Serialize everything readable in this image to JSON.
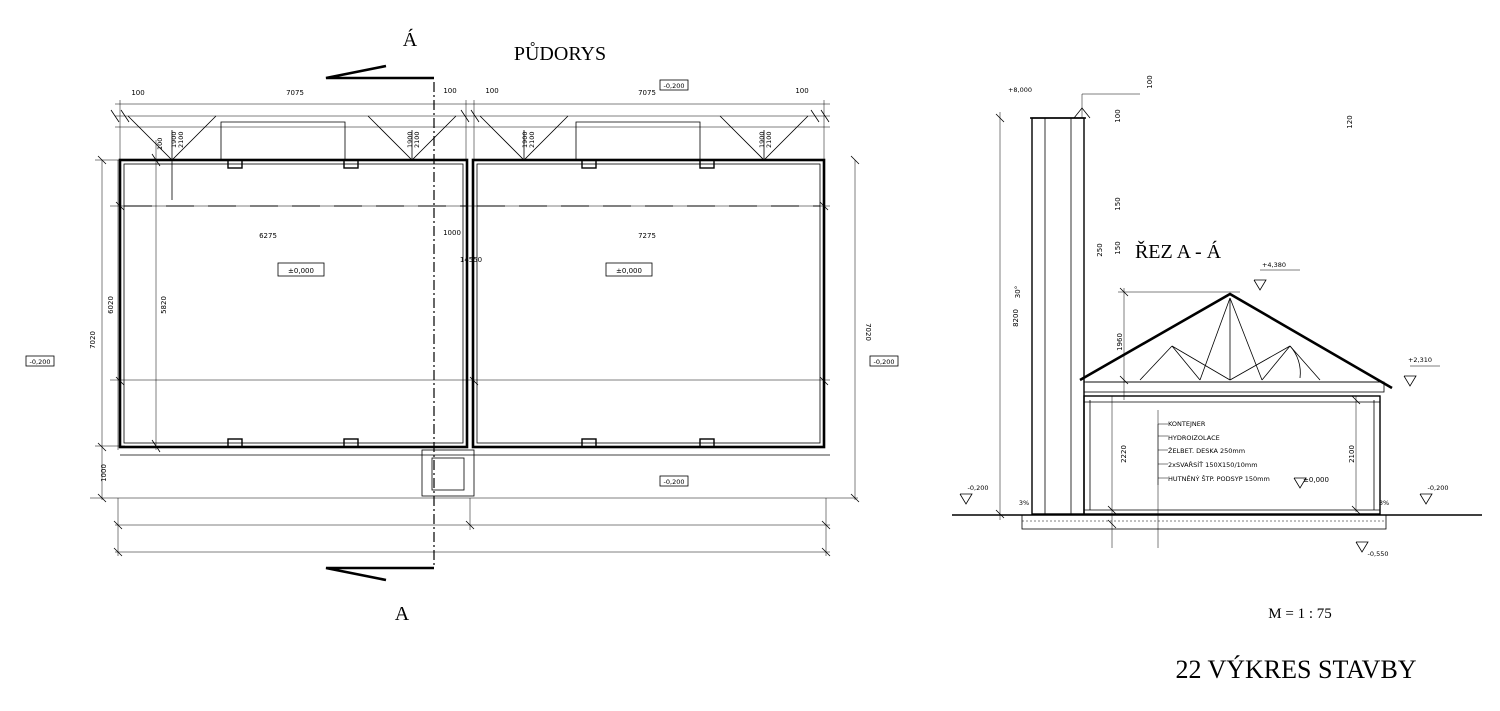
{
  "plan": {
    "title": "PŮDORYS",
    "section_mark_top": "Á",
    "section_mark_bottom": "A",
    "level_inside_left": "±0,000",
    "level_inside_right": "±0,000",
    "level_outside_left": "-0,200",
    "level_outside_right": "-0,200",
    "level_outside_top": "-0,200",
    "level_outside_bottom": "-0,200",
    "dims_top": [
      "100",
      "7075",
      "100",
      "100",
      "7075",
      "100"
    ],
    "dim_room_left": "6275",
    "dim_room_right": "7275",
    "dim_mid_1000": "1000",
    "dim_total": "14550",
    "dim_depth_7020": "7020",
    "dim_depth_6020": "6020",
    "dim_depth_5820": "5820",
    "dim_depth_right": "7020",
    "dim_bottom_1000": "1000",
    "window_dims": [
      "1900",
      "2100"
    ],
    "dim_small_100": "100"
  },
  "section": {
    "title": "ŘEZ A - Á",
    "level_chimney_top": "+8,000",
    "level_ridge": "+4,380",
    "level_eave": "+2,310",
    "level_floor": "±0,000",
    "level_ground_left": "-0,200",
    "level_ground_right": "-0,200",
    "level_foundation": "-0,550",
    "dim_chimney_height": "8200",
    "dim_roof_height": "1960",
    "dim_wall_height": "2220",
    "dim_inner_height": "2100",
    "dim_100": "100",
    "dim_120": "120",
    "dim_150": "150",
    "dim_150b": "150",
    "dim_250": "250",
    "dim_30": "30°",
    "slope_left": "3%",
    "slope_right": "3%",
    "layers": [
      "KONTEJNER",
      "HYDROIZOLACE",
      "ŽELBET. DESKA 250mm",
      "2xSVAŘSÍŤ 150X150/10mm",
      "HUTNĚNÝ ŠTP. PODSYP 150mm"
    ]
  },
  "scale": "M = 1 : 75",
  "sheet_title": "22 VÝKRES STAVBY"
}
